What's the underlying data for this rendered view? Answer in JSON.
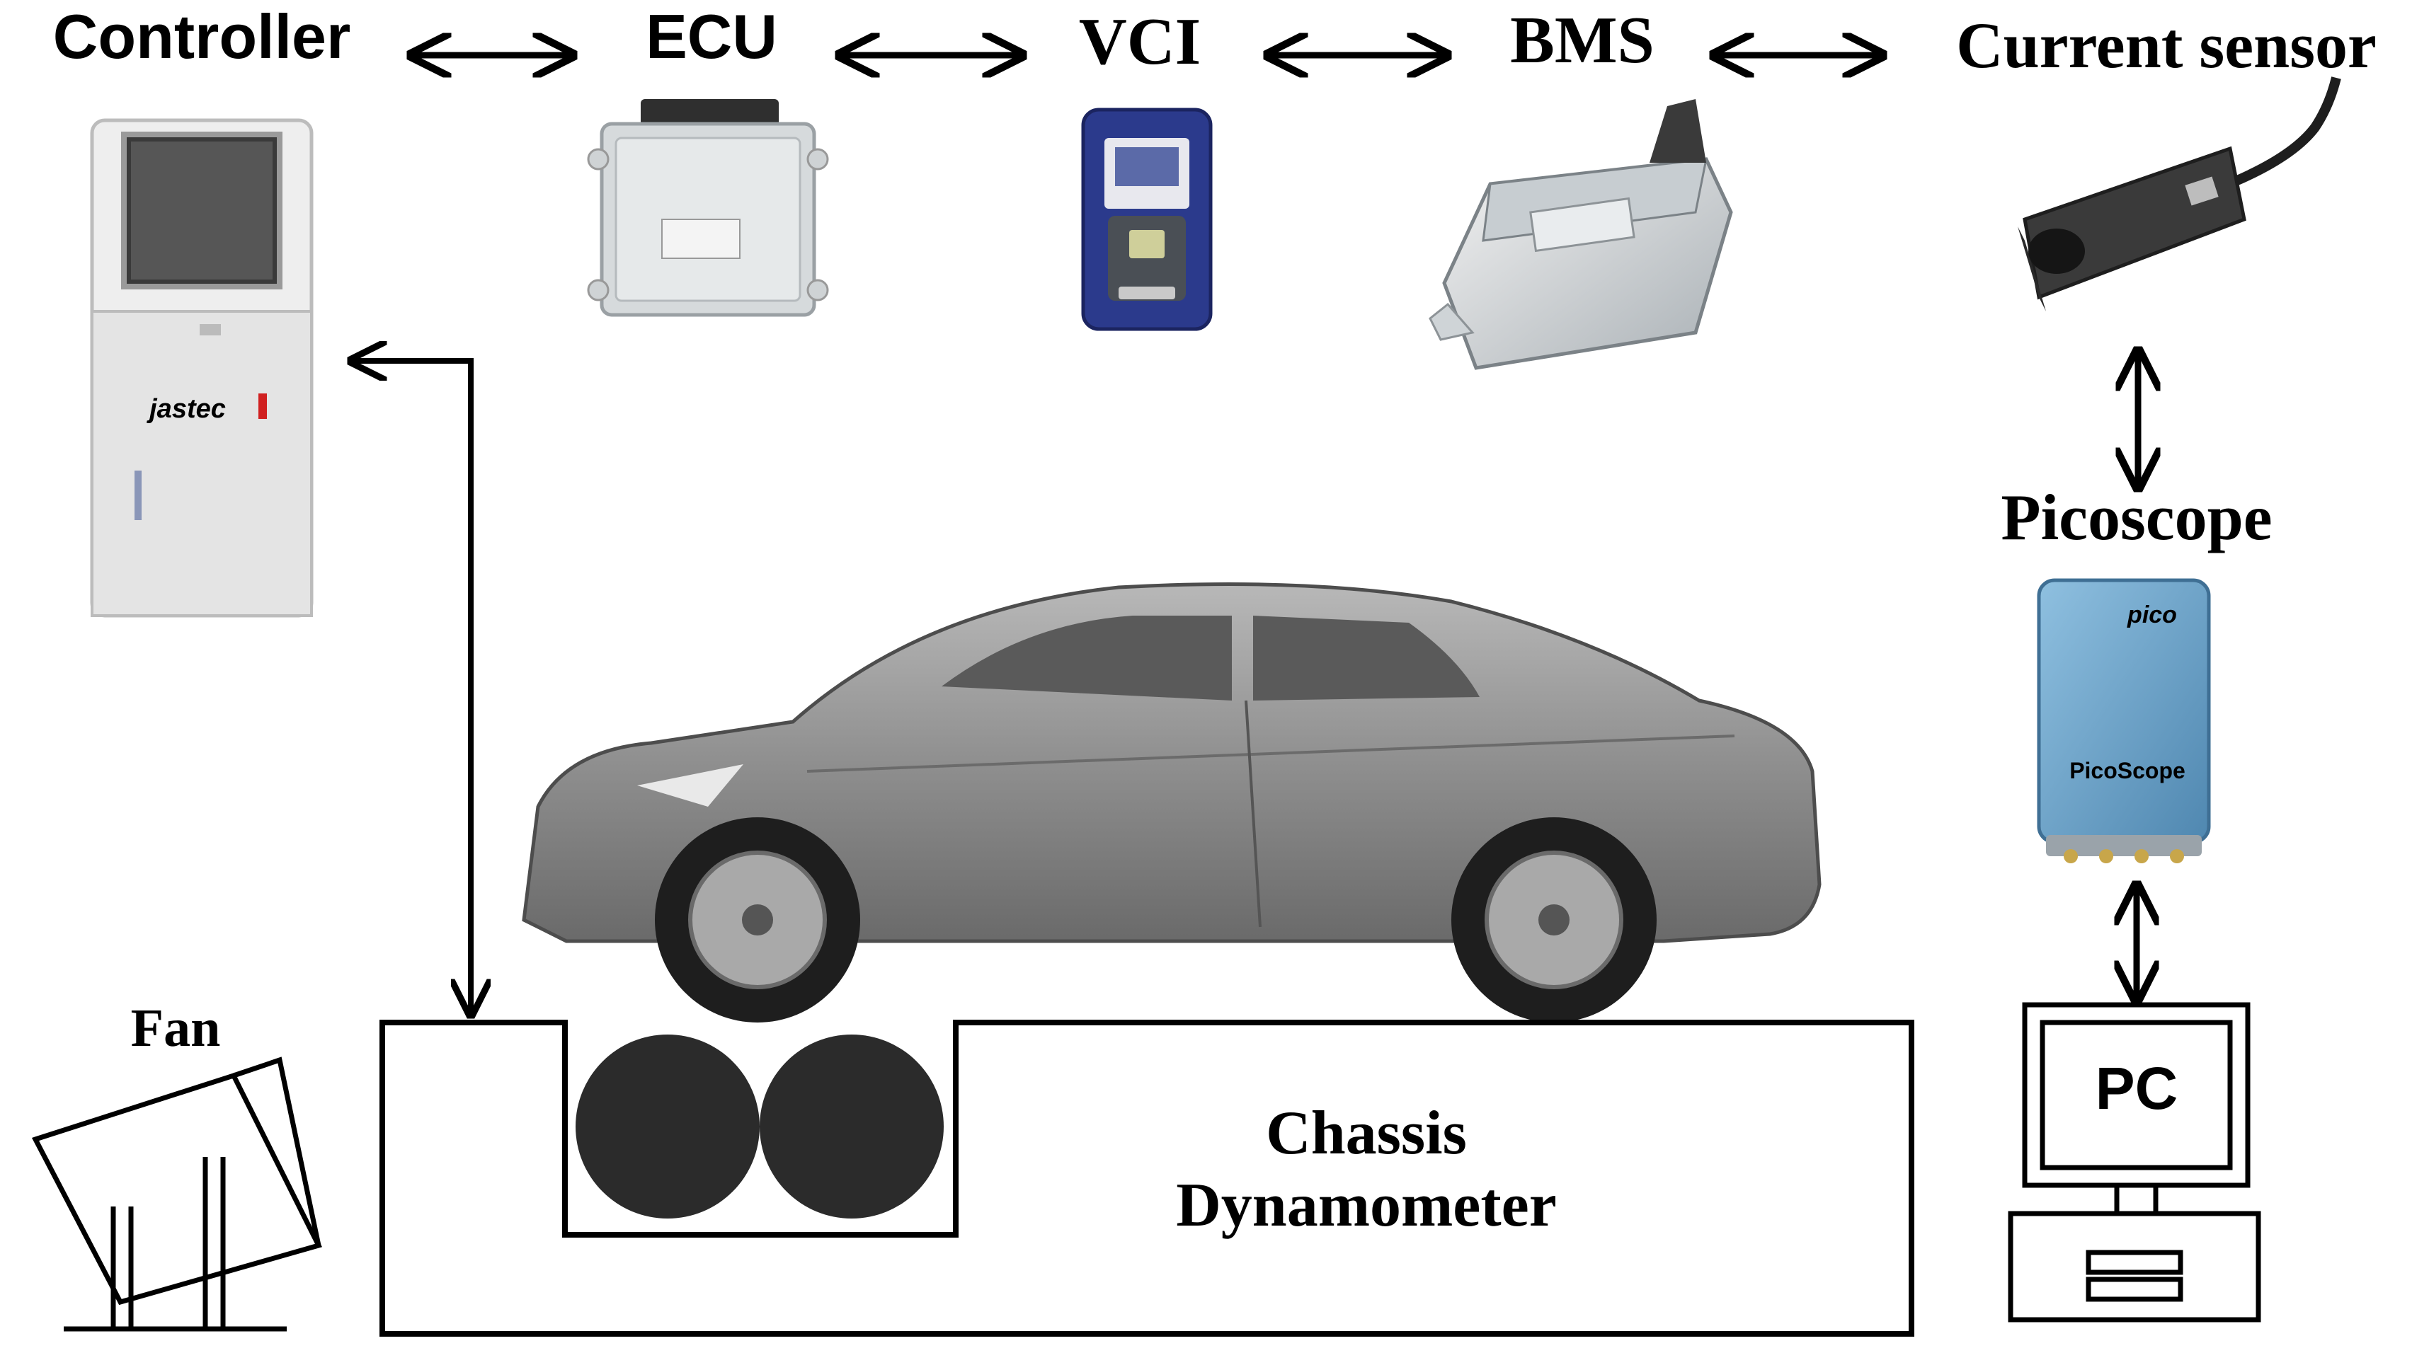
{
  "labels": {
    "controller": "Controller",
    "ecu": "ECU",
    "vci": "VCI",
    "bms": "BMS",
    "current_sensor": "Current sensor",
    "picoscope": "Picoscope",
    "fan": "Fan",
    "chassis_line1": "Chassis",
    "chassis_line2": "Dynamometer",
    "pc": "PC"
  },
  "device_markings": {
    "controller_brand": "jastec",
    "picoscope_brand": "pico",
    "picoscope_model": "PicoScope"
  },
  "colors": {
    "line": "#000000",
    "roller": "#2b2b2b",
    "car_body": "#8f8f8f",
    "device_gray": "#d9d9d9",
    "vci_blue": "#2b3a8c",
    "picoscope_blue": "#6fa6cc"
  }
}
